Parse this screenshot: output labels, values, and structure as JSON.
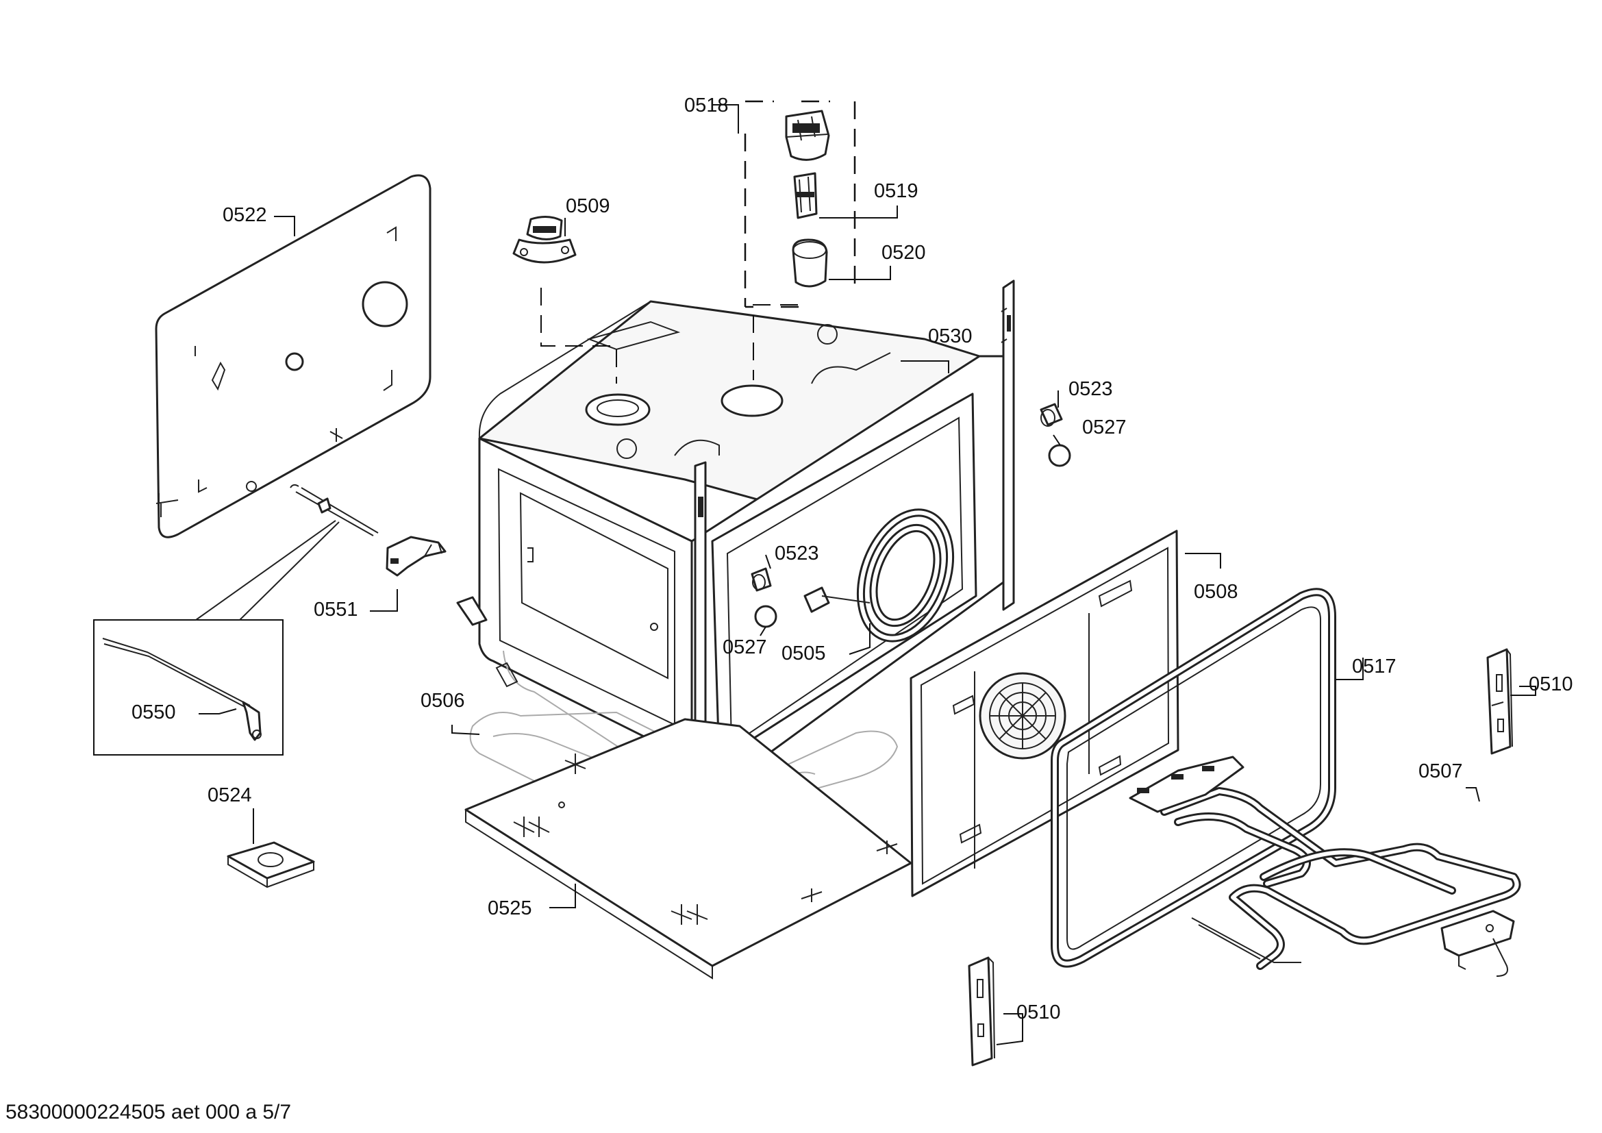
{
  "diagram": {
    "part_labels": [
      "0518",
      "0519",
      "0520",
      "0509",
      "0522",
      "0530",
      "0523",
      "0527",
      "0523",
      "0505",
      "0527",
      "0551",
      "0550",
      "0508",
      "0517",
      "0510",
      "0506",
      "0507",
      "0524",
      "0525",
      "0510"
    ],
    "footer": "58300000224505 aet 000 a 5/7"
  }
}
